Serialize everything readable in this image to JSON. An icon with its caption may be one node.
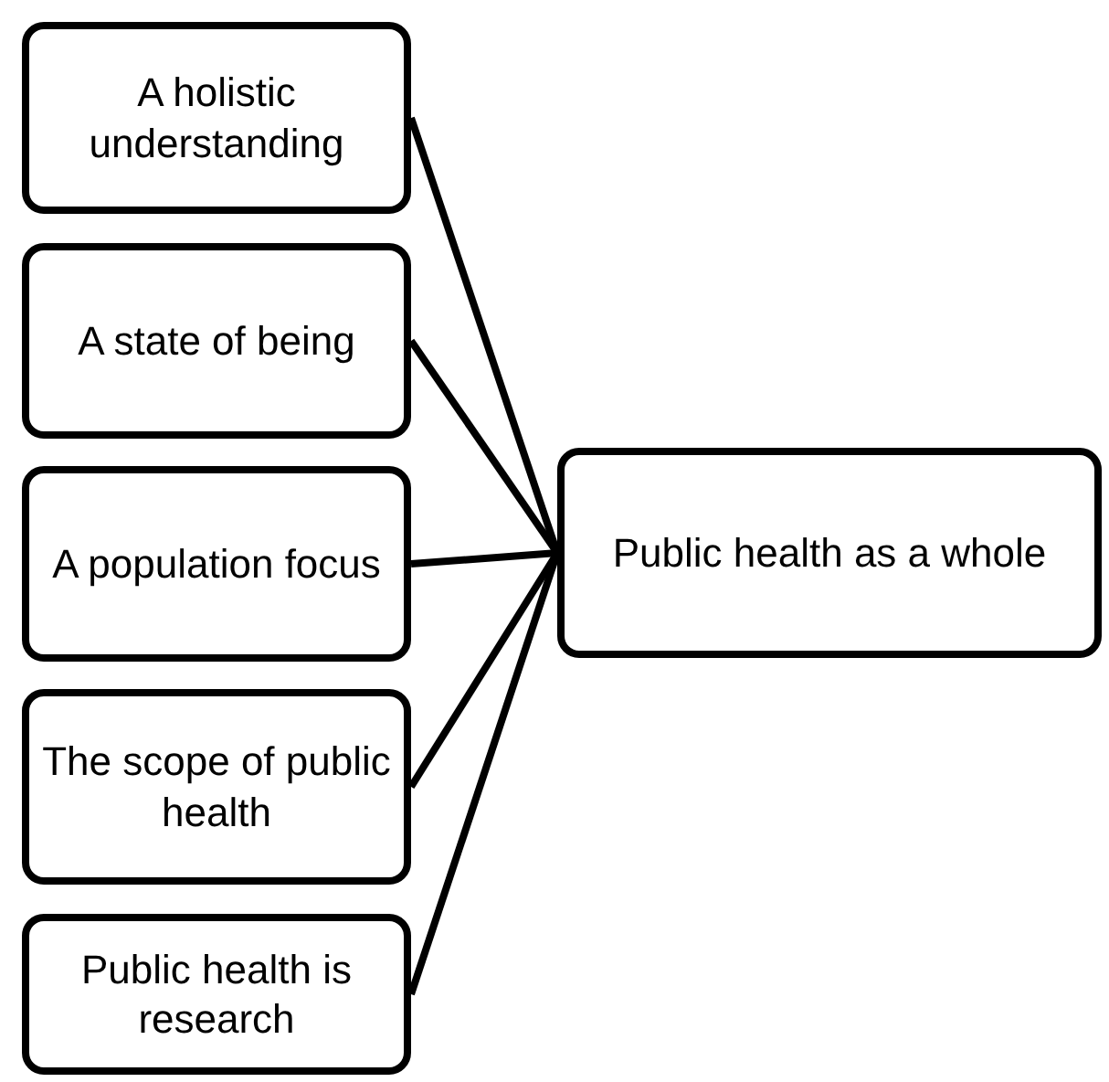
{
  "diagram": {
    "nodes": [
      {
        "text": [
          "A holistic understanding"
        ]
      },
      {
        "text": [
          "A state of being"
        ]
      },
      {
        "text": [
          "A population focus"
        ]
      },
      {
        "text": [
          "The scope of public health"
        ]
      },
      {
        "text": [
          "Public health is research"
        ]
      },
      {
        "text": [
          "Public health as a whole"
        ]
      }
    ],
    "edges": [
      {
        "from": 0,
        "to": 5,
        "arrow": "none"
      },
      {
        "from": 1,
        "to": 5,
        "arrow": "none"
      },
      {
        "from": 2,
        "to": 5,
        "arrow": "none"
      },
      {
        "from": 3,
        "to": 5,
        "arrow": "none"
      },
      {
        "from": 4,
        "to": 5,
        "arrow": "none"
      }
    ]
  }
}
